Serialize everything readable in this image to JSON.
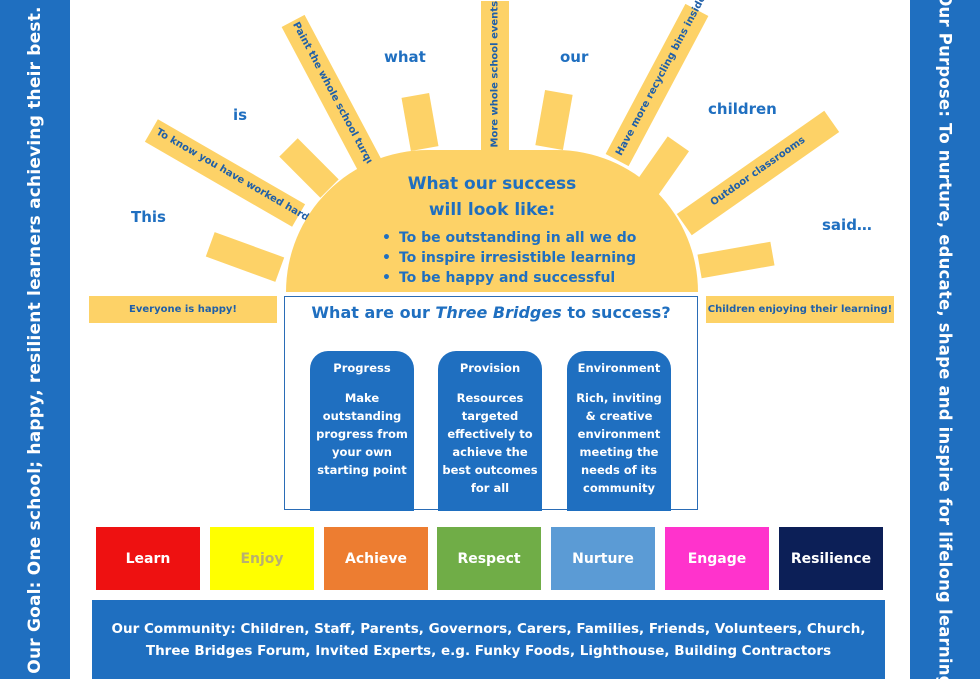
{
  "side": {
    "goal": "Our Goal: One school; happy, resilient learners achieving their best.",
    "purpose": "Our Purpose: To nurture, educate, shape and inspire for lifelong learning"
  },
  "words": {
    "this": "This",
    "is": "is",
    "what": "what",
    "our": "our",
    "children": "children",
    "said": "said…"
  },
  "rays": {
    "worked_hard": "To know you have worked hard",
    "turquoise": "Paint the whole school turquoise!",
    "events": "More whole school events",
    "recycling": "Have more recycling bins inside",
    "outdoor": "Outdoor classrooms",
    "everyone_happy": "Everyone is happy!",
    "children_enjoying": "Children enjoying their learning!"
  },
  "sun": {
    "title_line1": "What our success",
    "title_line2": "will look like:",
    "bullets": [
      "To be outstanding in all we do",
      "To inspire irresistible learning",
      "To be happy and successful"
    ]
  },
  "bridges": {
    "title_pre": "What are our ",
    "title_em": "Three Bridges",
    "title_post": " to success?",
    "pillars": [
      {
        "title": "Progress",
        "body": "Make outstanding progress from your own starting point"
      },
      {
        "title": "Provision",
        "body": "Resources targeted effectively to achieve the best outcomes for all"
      },
      {
        "title": "Environment",
        "body": "Rich, inviting & creative environment meeting the needs of its community"
      }
    ]
  },
  "values": [
    {
      "label": "Learn",
      "bg": "#ee1111",
      "fg": "#ffffff"
    },
    {
      "label": "Enjoy",
      "bg": "#ffff00",
      "fg": "#b8b070"
    },
    {
      "label": "Achieve",
      "bg": "#ed7d31",
      "fg": "#ffffff"
    },
    {
      "label": "Respect",
      "bg": "#70ad47",
      "fg": "#ffffff"
    },
    {
      "label": "Nurture",
      "bg": "#5b9bd5",
      "fg": "#ffffff"
    },
    {
      "label": "Engage",
      "bg": "#ff33cc",
      "fg": "#ffffff"
    },
    {
      "label": "Resilience",
      "bg": "#0c1f57",
      "fg": "#ffffff"
    }
  ],
  "community": {
    "line1": "Our Community: Children, Staff, Parents, Governors, Carers, Families, Friends, Volunteers, Church,",
    "line2": "Three Bridges Forum, Invited Experts, e.g. Funky Foods, Lighthouse, Building Contractors"
  },
  "colors": {
    "brand_blue": "#1f6fc0",
    "sun_yellow": "#fdd267"
  }
}
